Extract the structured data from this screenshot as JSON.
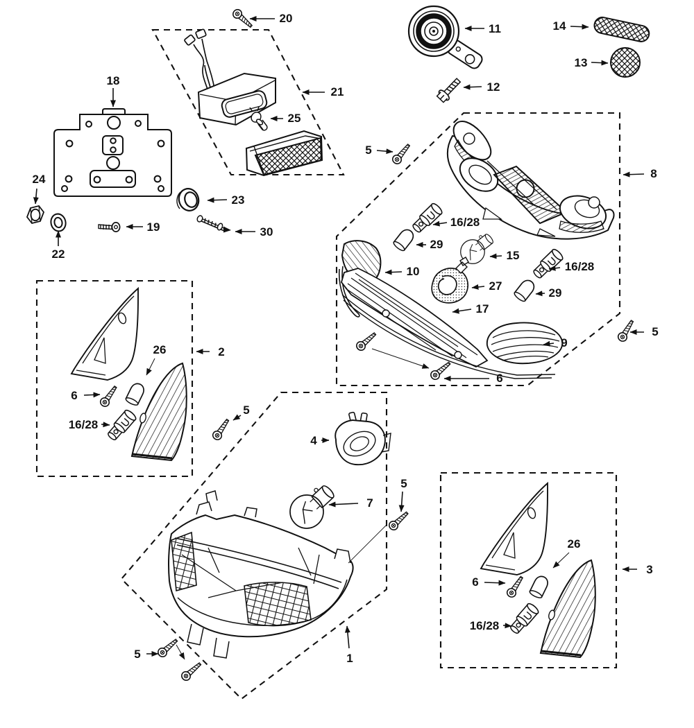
{
  "figure": {
    "background": "#ffffff",
    "ink": "#111111"
  },
  "callouts": [
    {
      "text": "20"
    },
    {
      "text": "21"
    },
    {
      "text": "25"
    },
    {
      "text": "18"
    },
    {
      "text": "24"
    },
    {
      "text": "22"
    },
    {
      "text": "19"
    },
    {
      "text": "23"
    },
    {
      "text": "30"
    },
    {
      "text": "11"
    },
    {
      "text": "12"
    },
    {
      "text": "14"
    },
    {
      "text": "13"
    },
    {
      "text": "5"
    },
    {
      "text": "8"
    },
    {
      "text": "16/28"
    },
    {
      "text": "29"
    },
    {
      "text": "15"
    },
    {
      "text": "10"
    },
    {
      "text": "27"
    },
    {
      "text": "16/28"
    },
    {
      "text": "29"
    },
    {
      "text": "17"
    },
    {
      "text": "9"
    },
    {
      "text": "6"
    },
    {
      "text": "5"
    },
    {
      "text": "2"
    },
    {
      "text": "26"
    },
    {
      "text": "6"
    },
    {
      "text": "16/28"
    },
    {
      "text": "5"
    },
    {
      "text": "4"
    },
    {
      "text": "7"
    },
    {
      "text": "5"
    },
    {
      "text": "5"
    },
    {
      "text": "1"
    },
    {
      "text": "3"
    },
    {
      "text": "26"
    },
    {
      "text": "6"
    },
    {
      "text": "16/28"
    }
  ]
}
